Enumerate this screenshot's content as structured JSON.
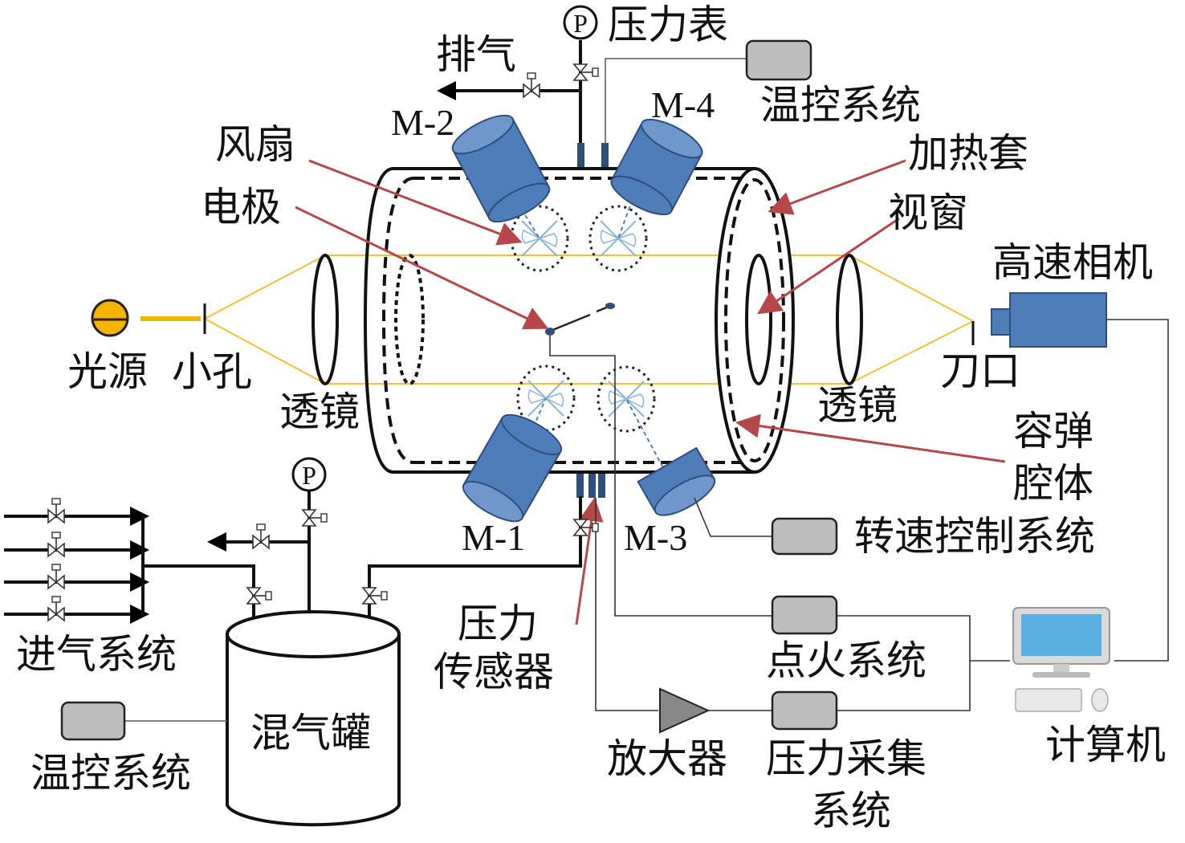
{
  "labels": {
    "pressure_gauge_top": "压力表",
    "exhaust_top": "排气",
    "temp_control_top": "温控系统",
    "fan": "风扇",
    "electrode": "电极",
    "heating_jacket": "加热套",
    "view_window": "视窗",
    "high_speed_camera": "高速相机",
    "light_source": "光源",
    "pinhole": "小孔",
    "lens_left": "透镜",
    "lens_right": "透镜",
    "knife_edge": "刀口",
    "vessel_line1": "容弹",
    "vessel_line2": "腔体",
    "speed_control": "转速控制系统",
    "intake_system": "进气系统",
    "temp_control_bottom": "温控系统",
    "mixing_tank": "混气罐",
    "pressure_sensor_line1": "压力",
    "pressure_sensor_line2": "传感器",
    "ignition_system": "点火系统",
    "amplifier": "放大器",
    "pressure_acq_line1": "压力采集",
    "pressure_acq_line2": "系统",
    "computer": "计算机",
    "gauge_symbol": "P"
  },
  "motors": [
    "M-1",
    "M-2",
    "M-3",
    "M-4"
  ],
  "colors": {
    "motor_blue": "#4F7DBA",
    "motor_dark": "#2C4F7C",
    "arrow_red": "#B5474A",
    "light_orange": "#F5B400",
    "optic_yellow": "#F2C230",
    "box_gray": "#BEBEBE",
    "fan_blue": "#8AB4DA",
    "monitor_blue": "#5BAFE0"
  },
  "icons": [
    "pressure-gauge-icon",
    "valve-icon",
    "motor-icon",
    "fan-icon",
    "camera-icon",
    "computer-icon",
    "amplifier-icon",
    "light-source-icon"
  ]
}
